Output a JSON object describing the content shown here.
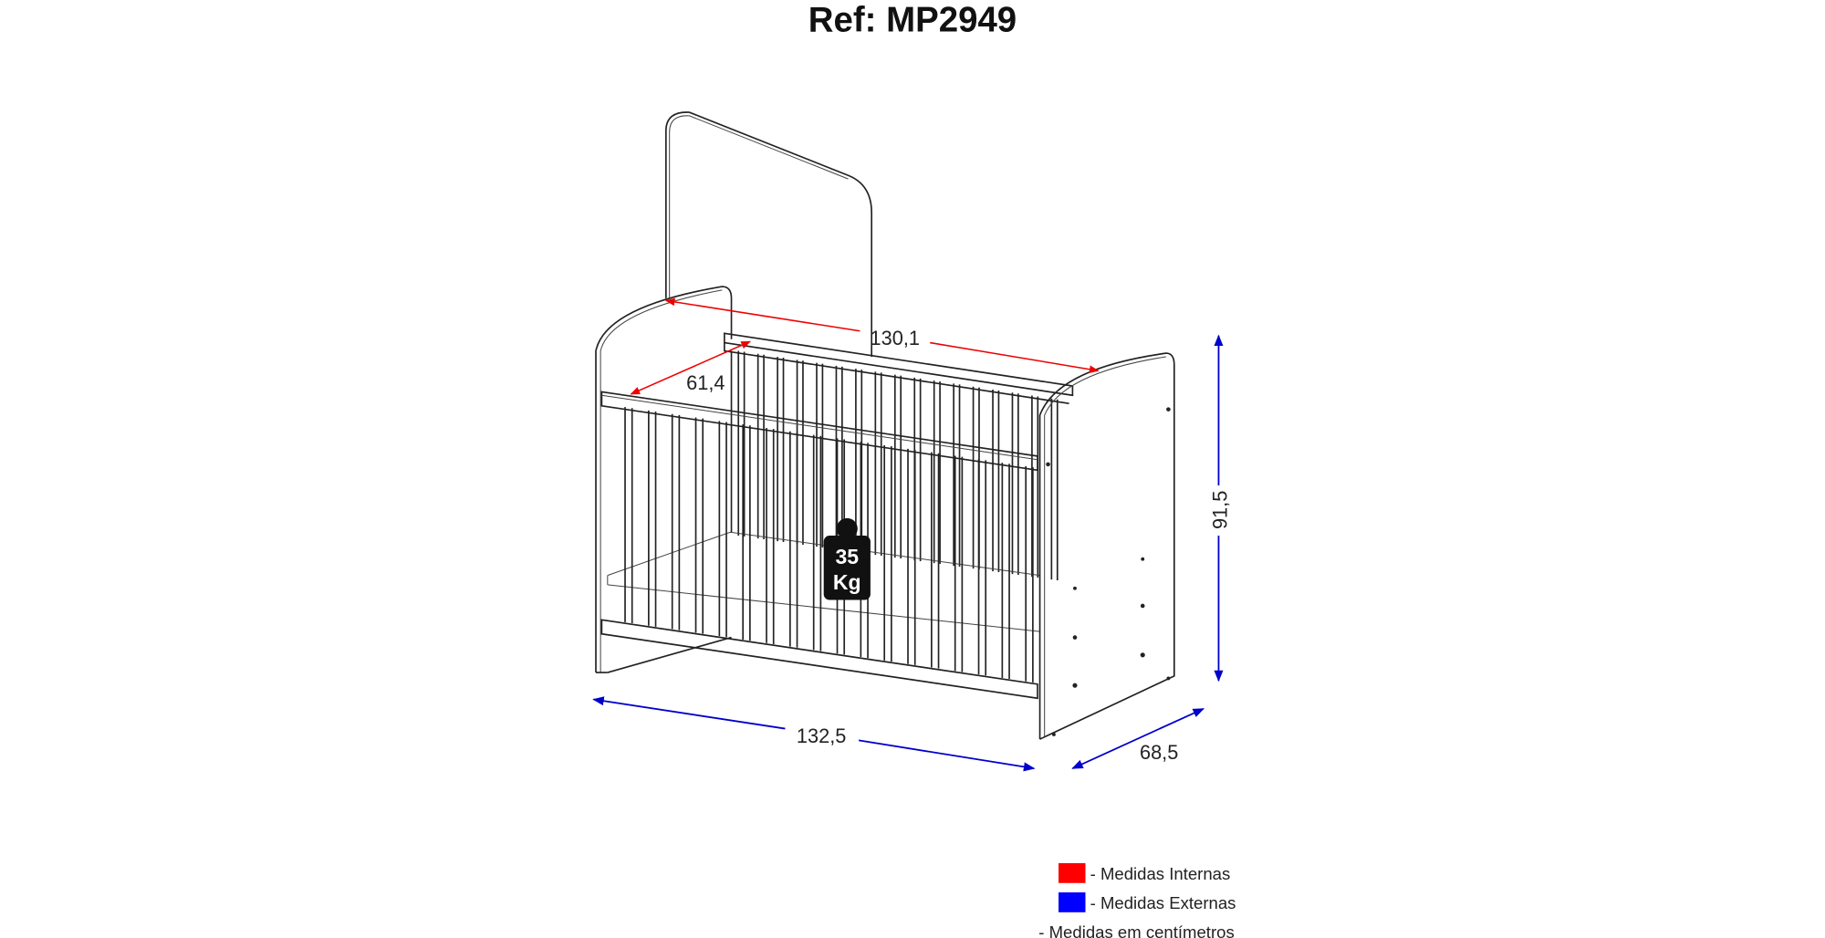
{
  "title": "Ref: MP2949",
  "dimensions": {
    "internal_length": "130,1",
    "internal_width": "61,4",
    "external_height": "91,5",
    "external_length": "132,5",
    "external_depth": "68,5"
  },
  "weight_badge": {
    "value": "35",
    "unit": "Kg"
  },
  "legend": {
    "internal": {
      "label": "- Medidas Internas",
      "color": "#ff0000"
    },
    "external": {
      "label": "- Medidas Externas",
      "color": "#0000ff"
    },
    "note": "- Medidas em centímetros"
  }
}
